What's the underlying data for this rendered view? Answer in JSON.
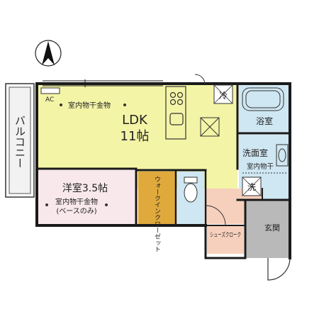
{
  "balcony": {
    "label": "バルコニー"
  },
  "rooms": {
    "ldk": {
      "name": "LDK",
      "size": "11帖",
      "hanger": "室内物干金物",
      "ac": "AC"
    },
    "western": {
      "name": "洋室3.5帖",
      "hanger": "室内物干金物",
      "hanger_note": "(ベースのみ)"
    },
    "walkin": {
      "label": "ウォークインクローゼット"
    },
    "bath": {
      "label": "浴室"
    },
    "washroom": {
      "label": "洗面室",
      "hanger": "室内物干"
    },
    "shoes": {
      "label": "シューズクローク"
    },
    "entrance": {
      "label": "玄関"
    }
  },
  "fixtures": {
    "fridge": "冷",
    "washer": "洗"
  },
  "colors": {
    "ldk": "#f3f4a6",
    "western": "#f8e8ec",
    "walkin": "#e0a93c",
    "wet": "#cfe7f2",
    "hall": "#f6d0bc",
    "entrance": "#b9b9b9",
    "wall": "#1a1a1a"
  }
}
